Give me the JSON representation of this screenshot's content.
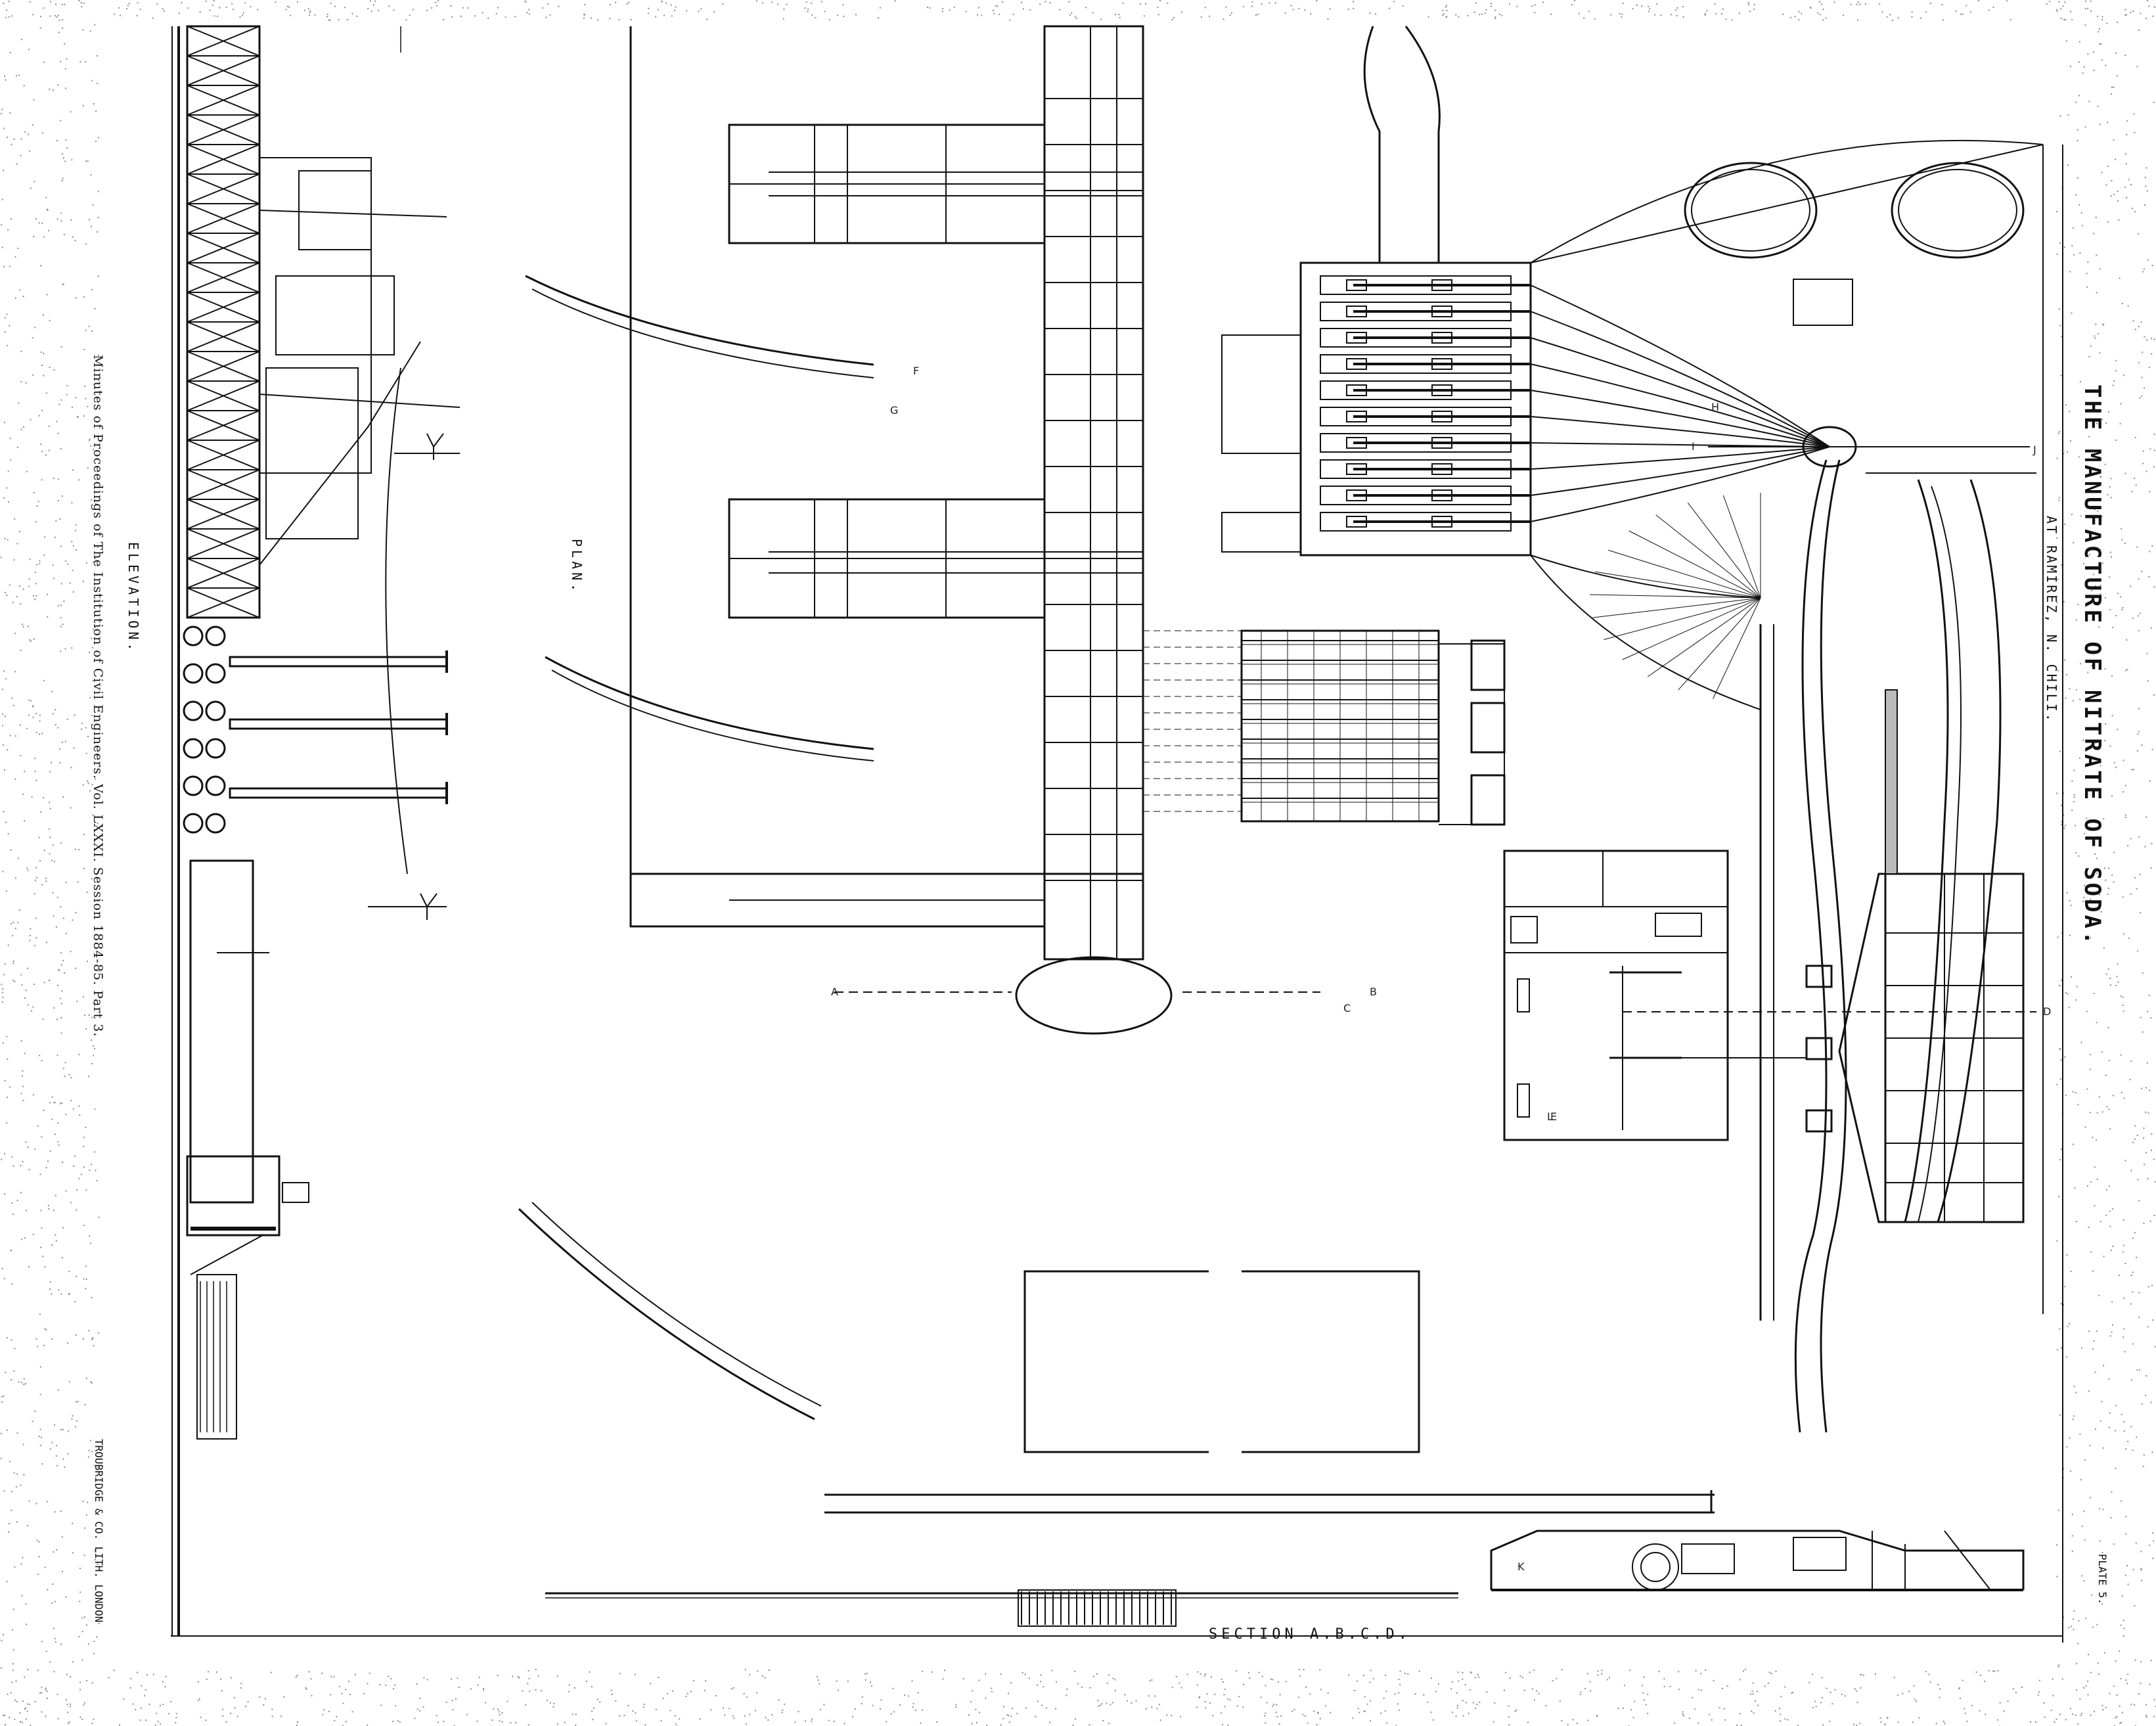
{
  "title": {
    "main": "THE MANUFACTURE OF NITRATE OF SODA.",
    "sub": "AT RAMIREZ, N. CHILI."
  },
  "views": {
    "plan": "PLAN.",
    "elevation": "ELEVATION.",
    "section": "SECTION  A.B.C.D."
  },
  "captions": {
    "proceedings": "Minutes of Proceedings of The Institution of Civil Engineers. Vol. LXXXI. Session 1884-85. Part 3.",
    "publisher": "TROUBRIDGE & CO. LITH. LONDON"
  },
  "plate": "PLATE 5.",
  "markers": {
    "a": "A",
    "b": "B",
    "c": "C",
    "d": "D",
    "e": "E",
    "f": "F",
    "g": "G",
    "h": "H",
    "i": "I",
    "j": "J",
    "k": "K",
    "l": "L"
  }
}
